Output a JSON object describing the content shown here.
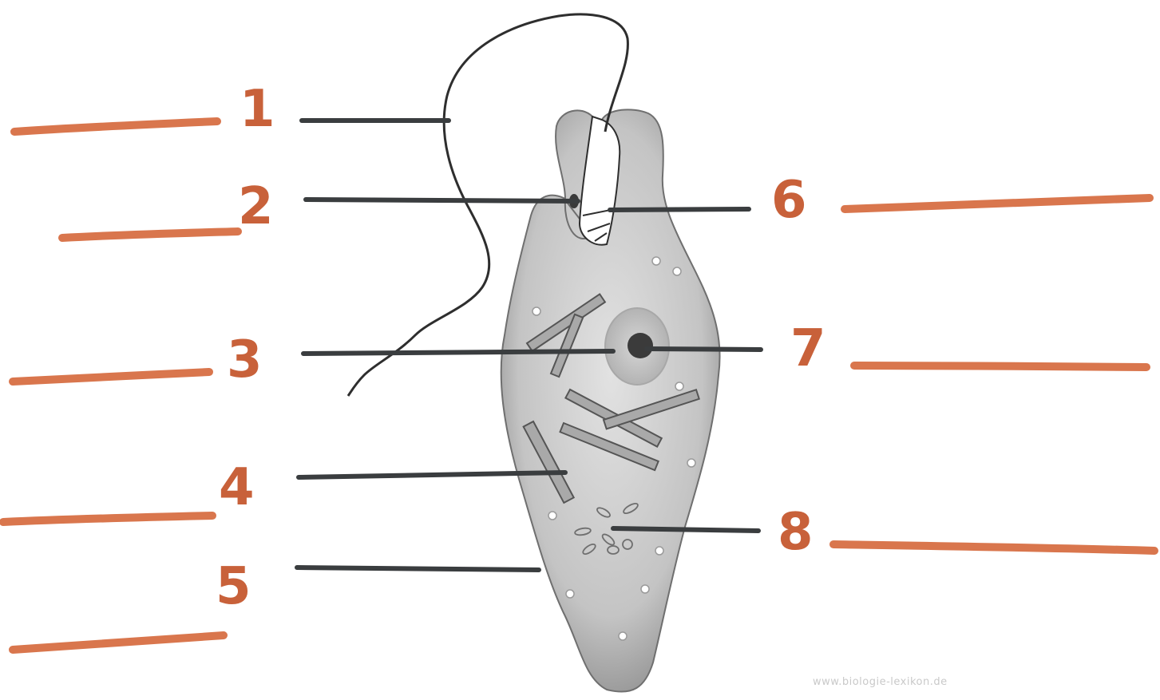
{
  "diagram": {
    "labels": [
      "1",
      "2",
      "3",
      "4",
      "5",
      "6",
      "7",
      "8"
    ],
    "watermark": "www.biologie-lexikon.de"
  },
  "colors": {
    "label": "#c8613a",
    "answer_line": "#d9764d",
    "pointer": "#3a3d3f",
    "body_fill": "#c9c9c9",
    "outline": "#2e2e2e"
  }
}
